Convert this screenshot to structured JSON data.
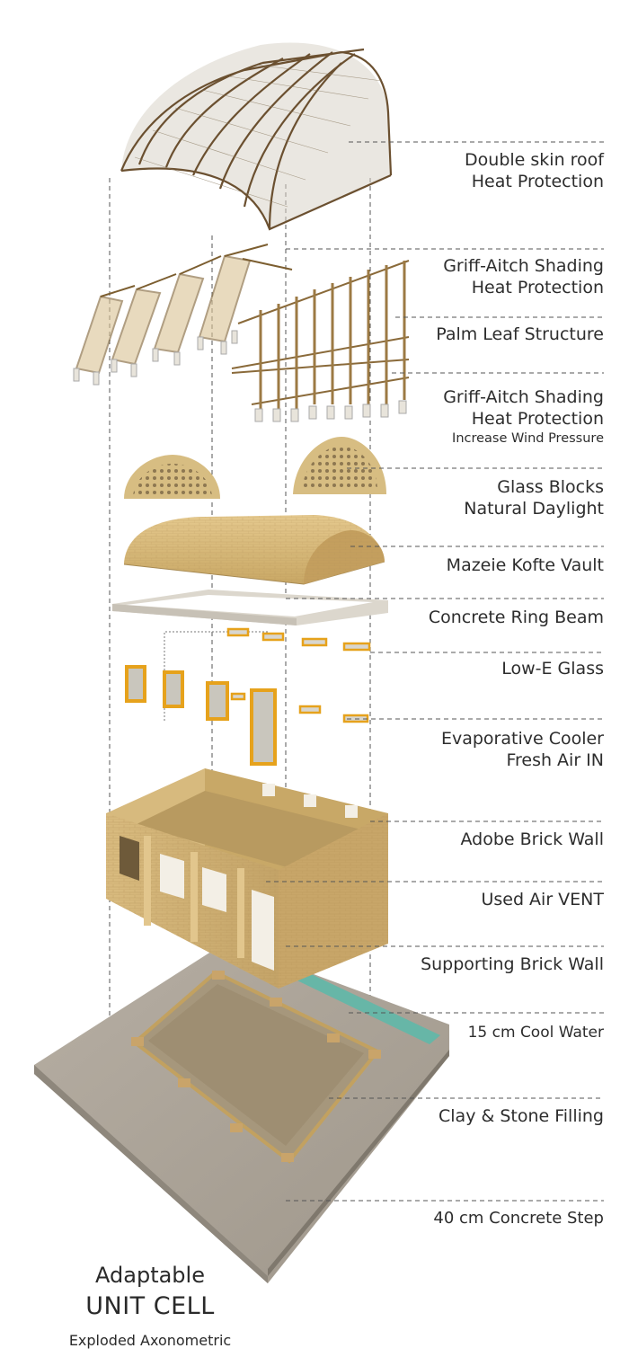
{
  "labels": [
    {
      "lines": [
        "Double skin roof",
        "Heat Protection"
      ]
    },
    {
      "lines": [
        "Griff-Aitch Shading",
        "Heat Protection"
      ]
    },
    {
      "lines": [
        "Palm Leaf Structure"
      ]
    },
    {
      "lines": [
        "Griff-Aitch Shading",
        "Heat Protection"
      ],
      "small": "Increase Wind Pressure"
    },
    {
      "lines": [
        "Glass Blocks",
        "Natural Daylight"
      ]
    },
    {
      "lines": [
        "Mazeie Kofte Vault"
      ]
    },
    {
      "lines": [
        "Concrete Ring Beam"
      ]
    },
    {
      "lines": [
        "Low-E Glass"
      ]
    },
    {
      "lines": [
        "Evaporative Cooler",
        "Fresh Air IN"
      ]
    },
    {
      "lines": [
        "Adobe Brick Wall"
      ]
    },
    {
      "lines": [
        "Used Air VENT"
      ]
    },
    {
      "lines": [
        "Supporting Brick Wall"
      ]
    },
    {
      "lines": [
        "15 cm Cool Water"
      ]
    },
    {
      "lines": [
        "Clay & Stone Filling"
      ]
    },
    {
      "lines": [
        "40 cm Concrete Step"
      ]
    }
  ],
  "title": {
    "line1": "Adaptable",
    "line2": "UNIT CELL",
    "line3": "Exploded Axonometric"
  },
  "colors": {
    "brick": "#d2b274",
    "brick_dark": "#a88a52",
    "bamboo": "#8a6a3a",
    "concrete": "#b9b2a6",
    "water": "#5fb8a8",
    "frame": "#e6a21c"
  }
}
